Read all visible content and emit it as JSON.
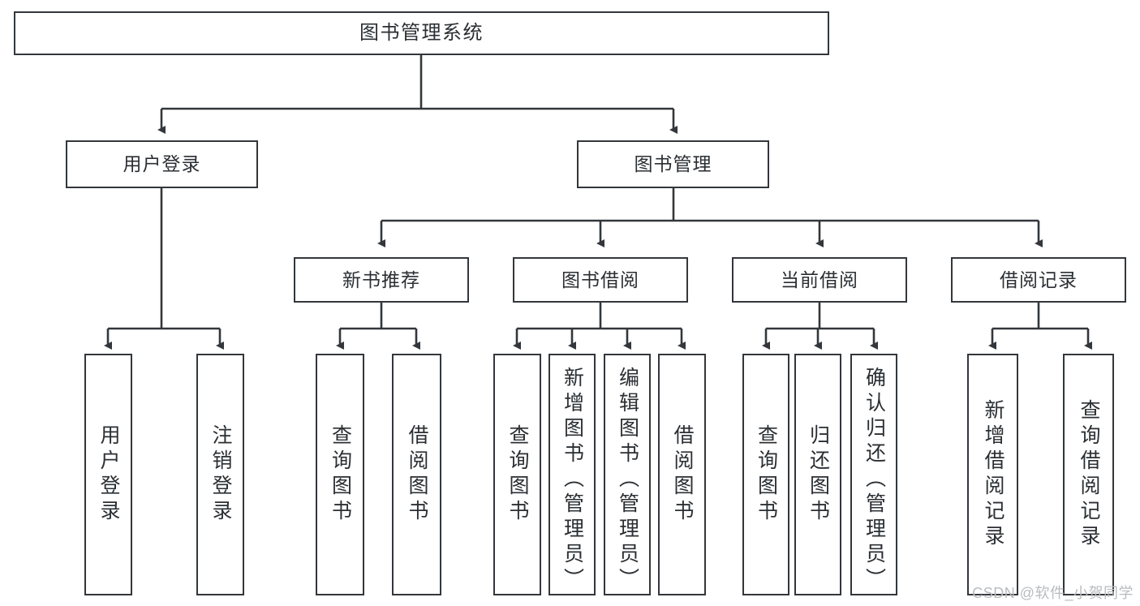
{
  "diagram": {
    "type": "tree-hierarchy",
    "title": "图书管理系统",
    "root": {
      "id": "root",
      "label": "图书管理系统"
    },
    "level2": [
      {
        "id": "user-login",
        "label": "用户登录"
      },
      {
        "id": "book-management",
        "label": "图书管理"
      }
    ],
    "level3": [
      {
        "id": "new-book-recommend",
        "label": "新书推荐",
        "parent": "book-management"
      },
      {
        "id": "book-borrow",
        "label": "图书借阅",
        "parent": "book-management"
      },
      {
        "id": "current-borrow",
        "label": "当前借阅",
        "parent": "book-management"
      },
      {
        "id": "borrow-record",
        "label": "借阅记录",
        "parent": "book-management"
      }
    ],
    "leaves": {
      "user_login": [
        {
          "id": "leaf-user-login",
          "label": "用户登录"
        },
        {
          "id": "leaf-logout-login",
          "label": "注销登录"
        }
      ],
      "new_book_recommend": [
        {
          "id": "leaf-query-book-1",
          "label": "查询图书"
        },
        {
          "id": "leaf-borrow-book-1",
          "label": "借阅图书"
        }
      ],
      "book_borrow": [
        {
          "id": "leaf-query-book-2",
          "label": "查询图书"
        },
        {
          "id": "leaf-add-book",
          "label": "新增图书（管理员）"
        },
        {
          "id": "leaf-edit-book",
          "label": "编辑图书（管理员）"
        },
        {
          "id": "leaf-borrow-book-2",
          "label": "借阅图书"
        }
      ],
      "current_borrow": [
        {
          "id": "leaf-query-book-3",
          "label": "查询图书"
        },
        {
          "id": "leaf-return-book",
          "label": "归还图书"
        },
        {
          "id": "leaf-confirm-return",
          "label": "确认归还（管理员）"
        }
      ],
      "borrow_record": [
        {
          "id": "leaf-add-borrow-record",
          "label": "新增借阅记录"
        },
        {
          "id": "leaf-query-borrow-record",
          "label": "查询借阅记录"
        }
      ]
    },
    "colors": {
      "stroke": "#33373b",
      "text": "#2b2f33",
      "background": "#ffffff",
      "watermark": "#b9bcbf"
    }
  },
  "watermark": {
    "text": "CSDN @软件_小贺同学"
  }
}
